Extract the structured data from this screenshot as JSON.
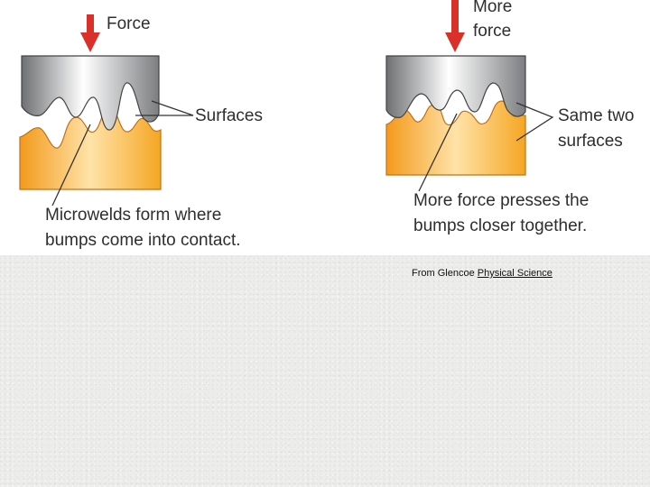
{
  "diagram": {
    "left_panel": {
      "force_label": "Force",
      "surfaces_label": "Surfaces",
      "microwelds_line1": "Microwelds form where",
      "microwelds_line2": "bumps come into contact."
    },
    "right_panel": {
      "force_label_line1": "More",
      "force_label_line2": "force",
      "surfaces_label_line1": "Same two",
      "surfaces_label_line2": "surfaces",
      "explanation_line1": "More force presses the",
      "explanation_line2": "bumps closer together."
    },
    "colors": {
      "arrow": "#d9302a",
      "upper_block": "#9fa1a4",
      "lower_block": "#f5a623"
    }
  },
  "caption": {
    "prefix": "From Glencoe ",
    "book_title": "Physical Science"
  }
}
